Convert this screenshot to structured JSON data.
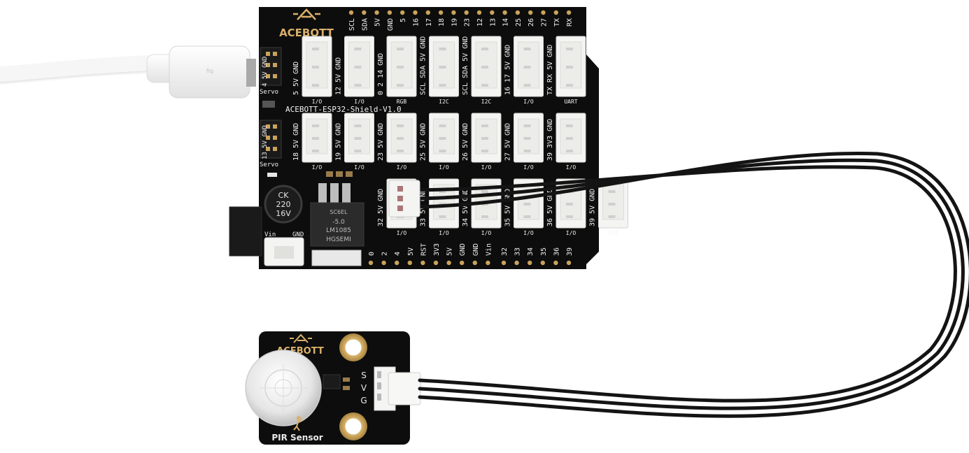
{
  "shield": {
    "brand": "ACEBOTT",
    "model_label": "ACEBOTT-ESP32-Shield-V1.0",
    "top_header_pins": [
      "SCL",
      "SDA",
      "5V",
      "GND",
      "5",
      "16",
      "17",
      "18",
      "19",
      "23",
      "12",
      "13",
      "14",
      "25",
      "26",
      "27",
      "TX",
      "RX"
    ],
    "bottom_header_pins": [
      "0",
      "2",
      "4",
      "5V",
      "RST",
      "3V3",
      "5V",
      "GND",
      "GND",
      "Vin",
      "32",
      "33",
      "34",
      "35",
      "36",
      "39"
    ],
    "row1_ports": [
      {
        "pins": "5  5V GND",
        "tag": "I/O"
      },
      {
        "pins": "12 5V GND",
        "tag": "I/O"
      },
      {
        "pins": "0  2  14 GND",
        "tag": "RGB"
      },
      {
        "pins": "SCL SDA 5V GND",
        "tag": "I2C"
      },
      {
        "pins": "SCL SDA 5V GND",
        "tag": "I2C"
      },
      {
        "pins": "16 17 5V GND",
        "tag": "I/O"
      },
      {
        "pins": "TX RX 5V GND",
        "tag": "UART"
      }
    ],
    "row2_ports": [
      {
        "pins": "18 5V GND",
        "tag": "I/O"
      },
      {
        "pins": "19 5V GND",
        "tag": "I/O"
      },
      {
        "pins": "23 5V GND",
        "tag": "I/O"
      },
      {
        "pins": "25 5V GND",
        "tag": "I/O"
      },
      {
        "pins": "26 5V GND",
        "tag": "I/O"
      },
      {
        "pins": "27 5V GND",
        "tag": "I/O"
      },
      {
        "pins": "39 3V3 GND",
        "tag": "I/O"
      }
    ],
    "row3_ports": [
      {
        "pins": "32 5V GND",
        "tag": "I/O"
      },
      {
        "pins": "33 5V GND",
        "tag": "I/O"
      },
      {
        "pins": "34 5V GND",
        "tag": "I/O"
      },
      {
        "pins": "35 5V GND",
        "tag": "I/O"
      },
      {
        "pins": "36 5V GND",
        "tag": "I/O"
      },
      {
        "pins": "39 5V GND",
        "tag": "I/O"
      }
    ],
    "servo_headers": [
      {
        "pins": "4 5V GND",
        "tag": "Servo"
      },
      {
        "pins": "13 5V GND",
        "tag": "Servo"
      }
    ],
    "capacitor_text": [
      "CK",
      "220",
      "16V"
    ],
    "regulator_text": [
      "HGSEMI",
      "LM1085",
      "-5.0",
      "SC6EL"
    ],
    "power_labels": [
      "Vin",
      "GND"
    ]
  },
  "sensor": {
    "brand": "ACEBOTT",
    "name": "PIR Sensor",
    "pins": [
      "S",
      "V",
      "G"
    ]
  },
  "colors": {
    "pcb": "#0d0d0d",
    "connector": "#f4f4f2",
    "logo": "#d9b06a",
    "cable": "#141414",
    "usb": "#f7f7f7",
    "gold": "#c9a35c"
  }
}
